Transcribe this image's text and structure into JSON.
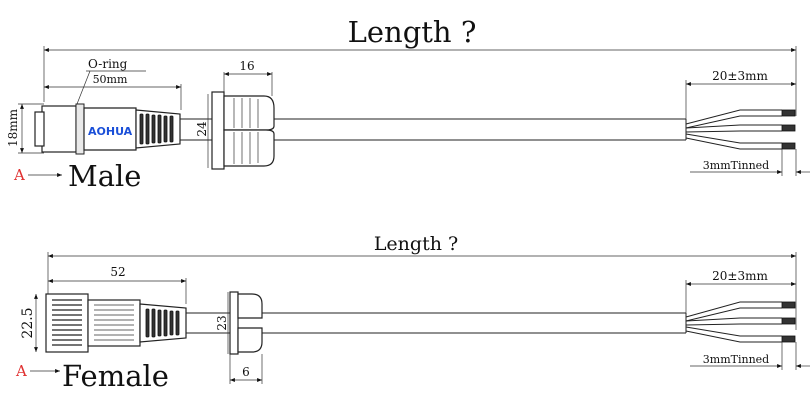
{
  "male": {
    "length_label": "Length ?",
    "oring_label": "O-ring",
    "length_50": "50mm",
    "dim_16": "16",
    "dim_18": "18mm",
    "dim_24": "24",
    "strip_label": "20±3mm",
    "tinned_label": "3mmTinned",
    "section_letter": "A",
    "label": "Male",
    "logo": "AOHUA"
  },
  "female": {
    "length_label": "Length ?",
    "dim_52": "52",
    "dim_22_5": "22.5",
    "dim_23": "23",
    "dim_6": "6",
    "strip_label": "20±3mm",
    "tinned_label": "3mmTinned",
    "section_letter": "A",
    "label": "Female"
  }
}
